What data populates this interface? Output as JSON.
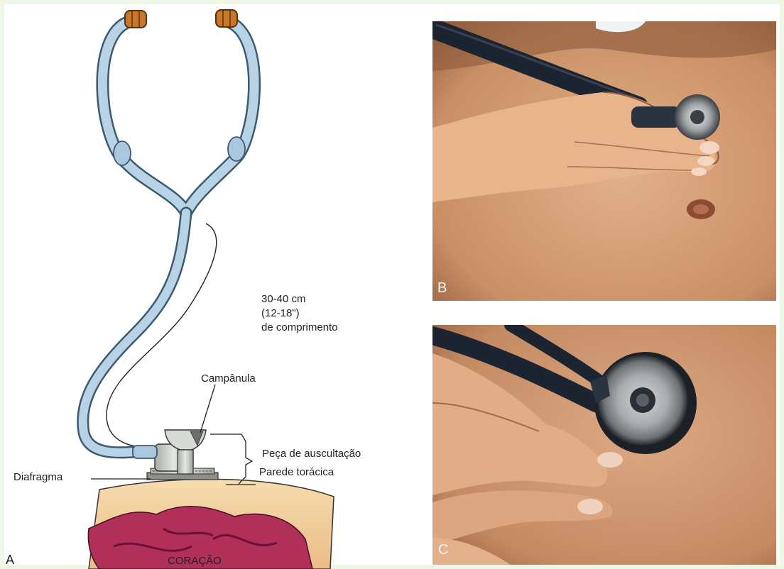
{
  "panels": {
    "a": {
      "letter": "A",
      "length_line1": "30-40 cm",
      "length_line2": "(12-18\")",
      "length_line3": "de comprimento",
      "bell_label": "Campânula",
      "chestpiece_label": "Peça de auscultação",
      "chest_wall_label": "Parede torácica",
      "diaphragm_label": "Diafragma",
      "heart_label": "CORAÇÃO"
    },
    "b": {
      "letter": "B"
    },
    "c": {
      "letter": "C"
    }
  },
  "colors": {
    "tubing": "#b9d3e6",
    "tubing_outline": "#3c5a70",
    "earpiece": "#c8782a",
    "chest_metal": "#c9cdc8",
    "skin": "#f0d0a0",
    "heart": "#b0305a",
    "photo_skin": "#d7a27a",
    "photo_steth_tube": "#1c2431"
  }
}
